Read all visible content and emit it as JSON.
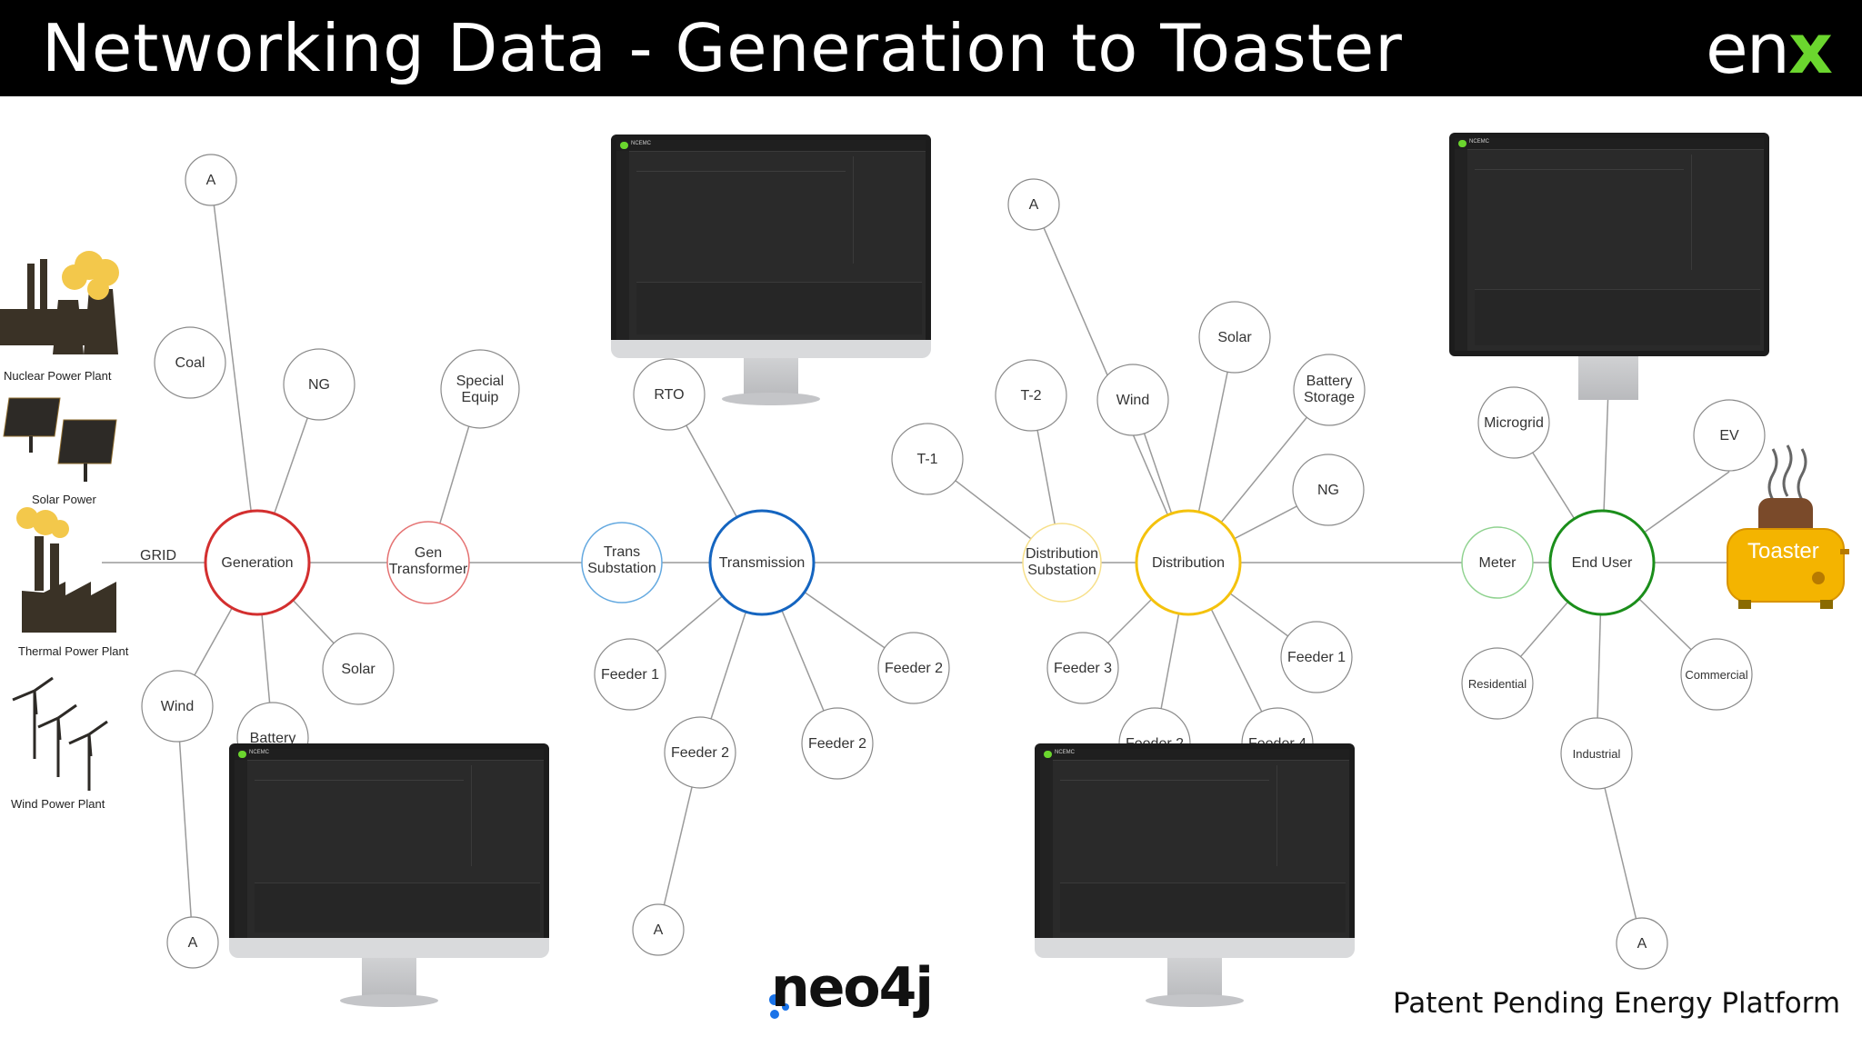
{
  "header": {
    "title": "Networking Data - Generation to Toaster",
    "logo_text_left": "en",
    "logo_text_right": "x"
  },
  "colors": {
    "generation": "#d32f2f",
    "transmission": "#1565c0",
    "distribution": "#f4c20d",
    "end_user": "#1b8e1b",
    "gen_transformer": "#e57373",
    "trans_substation": "#64a9e0",
    "distribution_substation": "#f7e08a",
    "meter": "#8fd28f",
    "logo_accent": "#6bd62e"
  },
  "plants": {
    "nuclear": "Nuclear Power Plant",
    "solar": "Solar Power",
    "thermal": "Thermal Power Plant",
    "wind": "Wind Power Plant"
  },
  "nodes": {
    "grid": "GRID",
    "generation": "Generation",
    "gen_transformer_1": "Gen",
    "gen_transformer_2": "Transformer",
    "trans_substation_1": "Trans",
    "trans_substation_2": "Substation",
    "transmission": "Transmission",
    "distribution_substation_1": "Distribution",
    "distribution_substation_2": "Substation",
    "distribution": "Distribution",
    "meter": "Meter",
    "end_user": "End User",
    "a_gen_top": "A",
    "coal": "Coal",
    "ng_gen": "NG",
    "special_equip_1": "Special",
    "special_equip_2": "Equip",
    "wind_gen": "Wind",
    "solar_gen": "Solar",
    "battery_gen": "Battery",
    "a_gen_bottom": "A",
    "rto": "RTO",
    "feeder1_trans": "Feeder 1",
    "feeder2_trans_a": "Feeder 2",
    "feeder2_trans_b": "Feeder 2",
    "feeder2_trans_c": "Feeder 2",
    "a_trans_bottom": "A",
    "t1": "T-1",
    "t2": "T-2",
    "a_dist_top": "A",
    "wind_dist": "Wind",
    "solar_dist": "Solar",
    "battery_storage_1": "Battery",
    "battery_storage_2": "Storage",
    "ng_dist": "NG",
    "feeder3_dist": "Feeder 3",
    "feeder1_dist": "Feeder 1",
    "feeder2_dist": "Feeder 2",
    "feeder4_dist": "Feeder 4",
    "microgrid": "Microgrid",
    "ev": "EV",
    "residential": "Residential",
    "commercial": "Commercial",
    "industrial": "Industrial",
    "a_end_bottom": "A"
  },
  "toaster": "Toaster",
  "monitors": {
    "app_title": "NCEMC"
  },
  "footer": {
    "neo4j": "neo4j",
    "tagline": "Patent Pending Energy Platform"
  }
}
